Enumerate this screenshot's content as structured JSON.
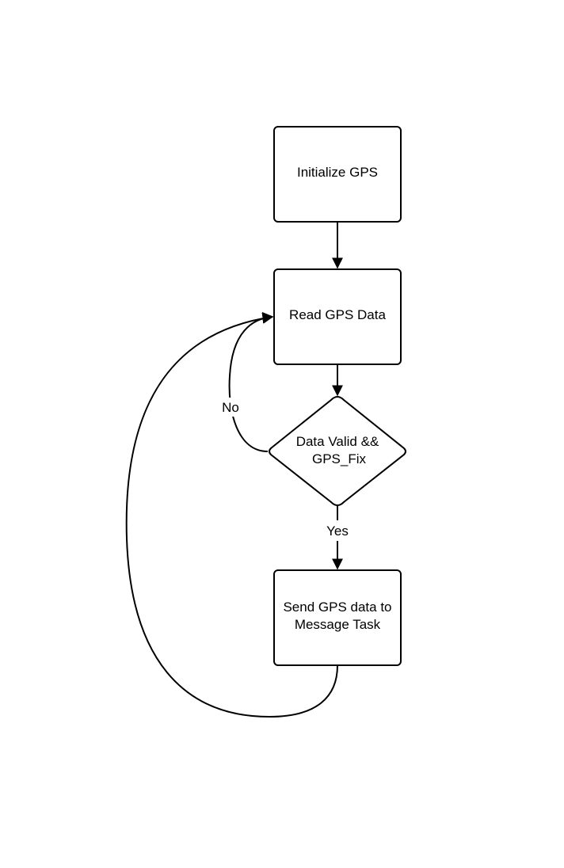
{
  "diagram": {
    "type": "flowchart",
    "colors": {
      "stroke": "#000000",
      "fill": "#ffffff",
      "text": "#000000"
    },
    "nodes": [
      {
        "id": "init",
        "shape": "rounded-rect",
        "lines": [
          "Initialize GPS"
        ]
      },
      {
        "id": "read",
        "shape": "rounded-rect",
        "lines": [
          "Read GPS Data"
        ]
      },
      {
        "id": "check",
        "shape": "diamond",
        "lines": [
          "Data Valid &&",
          "GPS_Fix"
        ]
      },
      {
        "id": "send",
        "shape": "rounded-rect",
        "lines": [
          "Send GPS data to",
          "Message Task"
        ]
      }
    ],
    "edges": [
      {
        "id": "init-to-read",
        "from": "init",
        "to": "read",
        "label": ""
      },
      {
        "id": "read-to-check",
        "from": "read",
        "to": "check",
        "label": ""
      },
      {
        "id": "check-no-to-read",
        "from": "check",
        "to": "read",
        "label": "No"
      },
      {
        "id": "check-yes-to-send",
        "from": "check",
        "to": "send",
        "label": "Yes"
      },
      {
        "id": "send-to-read",
        "from": "send",
        "to": "read",
        "label": ""
      }
    ]
  }
}
